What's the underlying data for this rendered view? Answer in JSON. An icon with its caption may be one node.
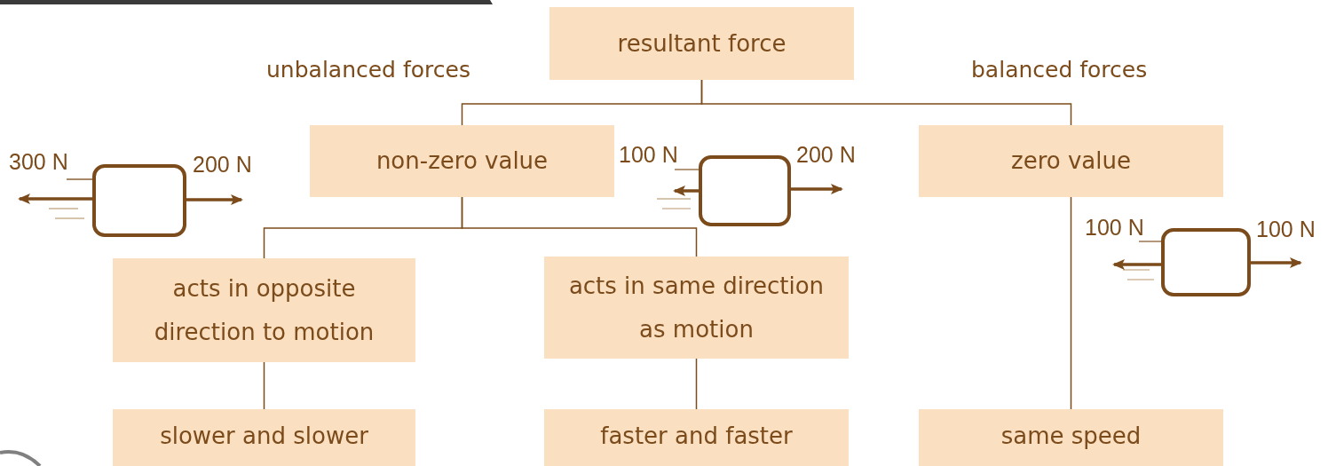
{
  "diagram": {
    "nodes": [
      {
        "text": [
          "resultant force"
        ]
      },
      {
        "text": [
          "non-zero value"
        ]
      },
      {
        "text": [
          "zero value"
        ]
      },
      {
        "text": [
          "acts in opposite direction to motion"
        ]
      },
      {
        "text": [
          "acts in same direction as motion"
        ]
      },
      {
        "text": [
          "slower and slower"
        ]
      },
      {
        "text": [
          "faster and faster"
        ]
      },
      {
        "text": [
          "same speed"
        ]
      }
    ],
    "edges": [
      {
        "from": 0,
        "to": 1,
        "arrow": "none"
      },
      {
        "from": 0,
        "to": 2,
        "arrow": "none"
      },
      {
        "from": 1,
        "to": 3,
        "arrow": "none"
      },
      {
        "from": 1,
        "to": 4,
        "arrow": "none"
      },
      {
        "from": 3,
        "to": 5,
        "arrow": "none"
      },
      {
        "from": 4,
        "to": 6,
        "arrow": "none"
      },
      {
        "from": 2,
        "to": 7,
        "arrow": "none"
      }
    ],
    "labels": [
      "unbalanced forces",
      "balanced forces",
      "300 N",
      "200 N",
      "100 N",
      "200 N",
      "100 N",
      "100 N"
    ]
  }
}
